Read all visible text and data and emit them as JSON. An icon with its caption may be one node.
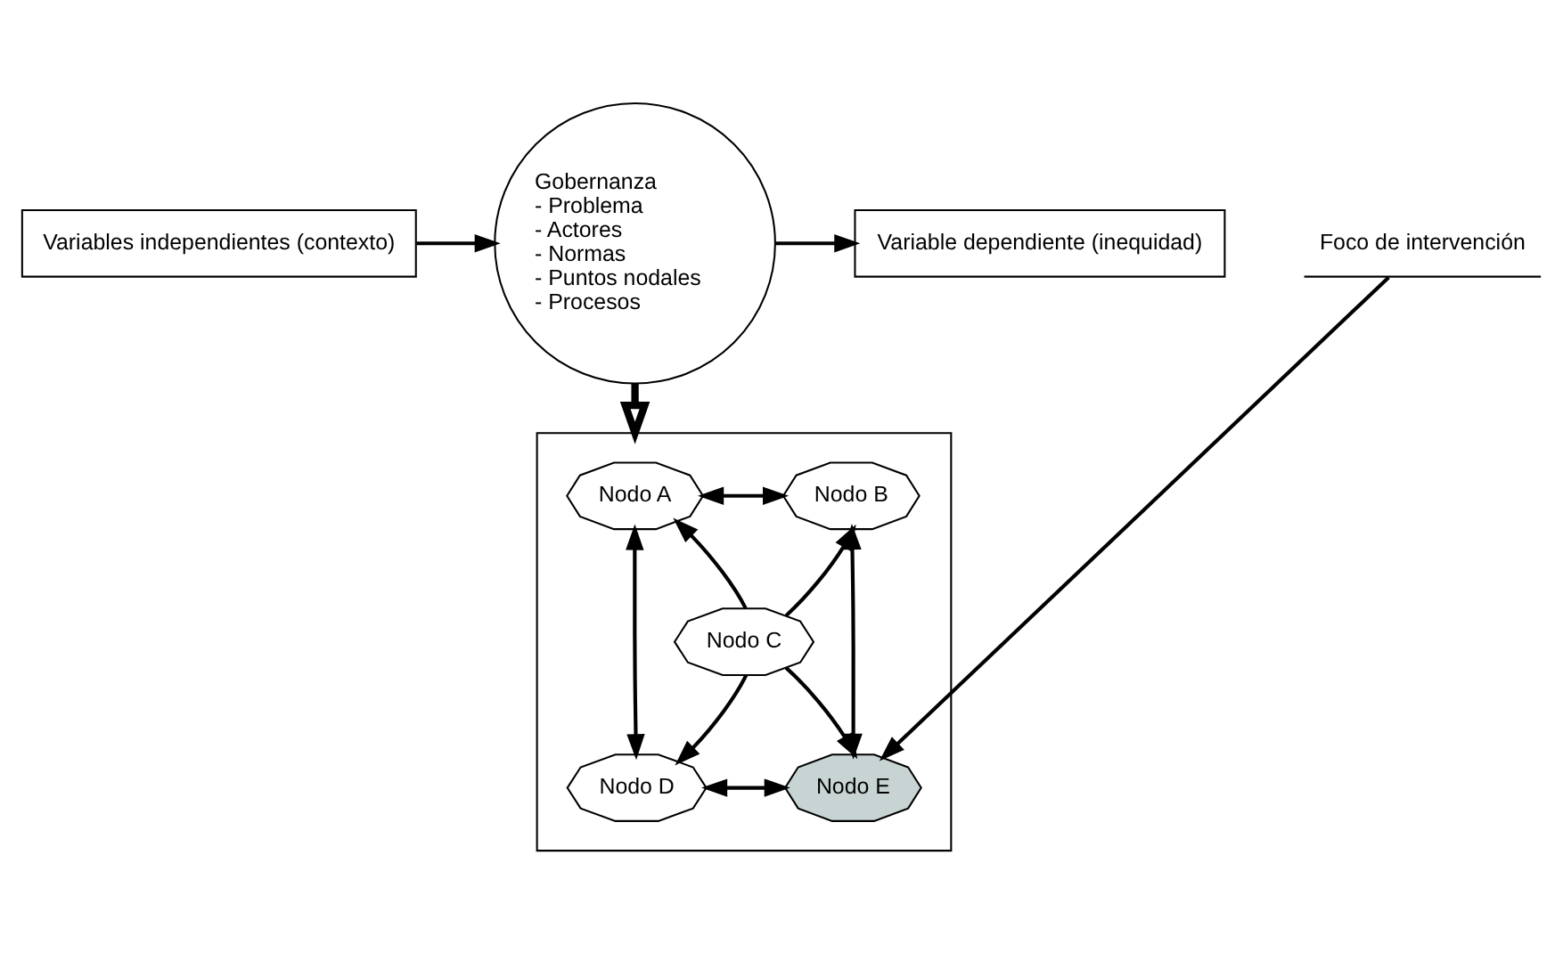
{
  "diagram": {
    "nodes": [
      {
        "text": [
          "Variables independientes (contexto)"
        ]
      },
      {
        "text": [
          "Gobernanza",
          "- Problema",
          "- Actores",
          "- Normas",
          "- Puntos nodales",
          "- Procesos"
        ]
      },
      {
        "text": [
          "Variable dependiente (inequidad)"
        ]
      },
      {
        "text": [],
        "shape": "box"
      },
      {
        "text": [
          "Nodo A"
        ],
        "in": 3
      },
      {
        "text": [
          "Nodo B"
        ],
        "in": 3
      },
      {
        "text": [
          "Nodo C"
        ],
        "in": 3
      },
      {
        "text": [
          "Nodo D"
        ],
        "in": 3
      },
      {
        "text": [
          "Nodo E"
        ],
        "in": 3
      },
      {
        "text": [
          "Foco de intervención"
        ]
      }
    ],
    "edges": [
      {
        "from": 0,
        "to": 1,
        "arrow": "to"
      },
      {
        "from": 1,
        "to": 2,
        "arrow": "to"
      },
      {
        "from": 1,
        "to": 3,
        "arrow": "to",
        "style": "thick"
      },
      {
        "from": 4,
        "to": 5,
        "arrow": "both"
      },
      {
        "from": 4,
        "to": 7,
        "arrow": "both"
      },
      {
        "from": 5,
        "to": 8,
        "arrow": "both"
      },
      {
        "from": 7,
        "to": 8,
        "arrow": "both"
      },
      {
        "from": 6,
        "to": 4,
        "arrow": "to"
      },
      {
        "from": 6,
        "to": 5,
        "arrow": "to"
      },
      {
        "from": 6,
        "to": 7,
        "arrow": "to"
      },
      {
        "from": 6,
        "to": 8,
        "arrow": "to"
      },
      {
        "from": 9,
        "to": 8,
        "arrow": "to"
      }
    ]
  }
}
